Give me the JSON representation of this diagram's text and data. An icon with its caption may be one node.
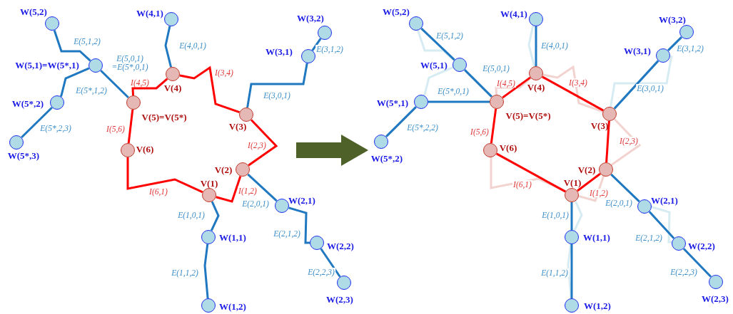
{
  "diagram": {
    "nodes": [
      {
        "text": [
          "W(5,2)"
        ]
      },
      {
        "text": [
          "W(4,1)"
        ]
      },
      {
        "text": [
          "W(3,2)"
        ]
      },
      {
        "text": [
          "W(3,1)"
        ]
      },
      {
        "text": [
          "W(5,1)=W(5*,1)"
        ]
      },
      {
        "text": [
          "V(4)"
        ]
      },
      {
        "text": [
          "V(5)=V(5*)"
        ]
      },
      {
        "text": [
          "W(5*,2)"
        ]
      },
      {
        "text": [
          "V(3)"
        ]
      },
      {
        "text": [
          "W(5*,3)"
        ]
      },
      {
        "text": [
          "V(6)"
        ]
      },
      {
        "text": [
          "V(2)"
        ]
      },
      {
        "text": [
          "V(1)"
        ]
      },
      {
        "text": [
          "W(2,1)"
        ]
      },
      {
        "text": [
          "W(1,1)"
        ]
      },
      {
        "text": [
          "W(2,2)"
        ]
      },
      {
        "text": [
          "W(1,2)"
        ]
      },
      {
        "text": [
          "W(2,3)"
        ]
      },
      {
        "text": [
          "W(5,2)"
        ]
      },
      {
        "text": [
          "W(4,1)"
        ]
      },
      {
        "text": [
          "W(3,2)"
        ]
      },
      {
        "text": [
          "W(5,1)"
        ]
      },
      {
        "text": [
          "W(3,1)"
        ]
      },
      {
        "text": [
          "V(4)"
        ]
      },
      {
        "text": [
          "W(5*,1)"
        ]
      },
      {
        "text": [
          "V(5)=V(5*)"
        ]
      },
      {
        "text": [
          "V(3)"
        ]
      },
      {
        "text": [
          "W(5*,2)"
        ]
      },
      {
        "text": [
          "V(6)"
        ]
      },
      {
        "text": [
          "V(2)"
        ]
      },
      {
        "text": [
          "V(1)"
        ]
      },
      {
        "text": [
          "W(2,1)"
        ]
      },
      {
        "text": [
          "W(1,1)"
        ]
      },
      {
        "text": [
          "W(2,2)"
        ]
      },
      {
        "text": [
          "W(1,2)"
        ]
      },
      {
        "text": [
          "W(2,3)"
        ]
      }
    ],
    "edges": [
      {
        "from": 0,
        "to": 4,
        "arrow": "none",
        "label": "E(5,1,2)"
      },
      {
        "from": 4,
        "to": 7,
        "arrow": "none",
        "label": "E(5*,1,2)"
      },
      {
        "from": 7,
        "to": 9,
        "arrow": "none",
        "label": "E(5*,2,3)"
      },
      {
        "from": 4,
        "to": 6,
        "arrow": "none",
        "label": "E(5,0,1) =E(5*,0,1)"
      },
      {
        "from": 1,
        "to": 5,
        "arrow": "none",
        "label": "E(4,0,1)"
      },
      {
        "from": 6,
        "to": 5,
        "arrow": "none",
        "label": "I(4,5)",
        "color": "#ff0000"
      },
      {
        "from": 5,
        "to": 8,
        "arrow": "none",
        "label": "I(3,4)",
        "color": "#ff0000"
      },
      {
        "from": 8,
        "to": 3,
        "arrow": "none",
        "label": "E(3,0,1)"
      },
      {
        "from": 3,
        "to": 2,
        "arrow": "none",
        "label": "E(3,1,2)"
      },
      {
        "from": 8,
        "to": 11,
        "arrow": "none",
        "label": "I(2,3)",
        "color": "#ff0000"
      },
      {
        "from": 11,
        "to": 12,
        "arrow": "none",
        "label": "I(1,2)",
        "color": "#ff0000"
      },
      {
        "from": 12,
        "to": 10,
        "arrow": "none",
        "label": "I(6,1)",
        "color": "#ff0000"
      },
      {
        "from": 10,
        "to": 6,
        "arrow": "none",
        "label": "I(5,6)",
        "color": "#ff0000"
      },
      {
        "from": 12,
        "to": 14,
        "arrow": "none",
        "label": "E(1,0,1)"
      },
      {
        "from": 14,
        "to": 16,
        "arrow": "none",
        "label": "E(1,1,2)"
      },
      {
        "from": 11,
        "to": 13,
        "arrow": "none",
        "label": "E(2,0,1)"
      },
      {
        "from": 13,
        "to": 15,
        "arrow": "none",
        "label": "E(2,1,2)"
      },
      {
        "from": 15,
        "to": 17,
        "arrow": "none",
        "label": "E(2,2,3)"
      },
      {
        "from": 18,
        "to": 21,
        "arrow": "none",
        "label": "E(5,1,2)"
      },
      {
        "from": 21,
        "to": 25,
        "arrow": "none",
        "label": "E(5,0,1)"
      },
      {
        "from": 24,
        "to": 25,
        "arrow": "none",
        "label": "E(5*,0,1)"
      },
      {
        "from": 24,
        "to": 27,
        "arrow": "none",
        "label": "E(5*,2,2)"
      },
      {
        "from": 19,
        "to": 23,
        "arrow": "none",
        "label": "E(4,0,1)"
      },
      {
        "from": 25,
        "to": 23,
        "arrow": "none",
        "label": "I(4,5)",
        "color": "#ff0000"
      },
      {
        "from": 23,
        "to": 26,
        "arrow": "none",
        "label": "I(3,4)",
        "color": "#ff0000"
      },
      {
        "from": 26,
        "to": 22,
        "arrow": "none",
        "label": "E(3,0,1)"
      },
      {
        "from": 22,
        "to": 20,
        "arrow": "none",
        "label": "E(3,1,2)"
      },
      {
        "from": 26,
        "to": 29,
        "arrow": "none",
        "label": "I(2,3)",
        "color": "#ff0000"
      },
      {
        "from": 29,
        "to": 30,
        "arrow": "none",
        "label": "I(1,2)",
        "color": "#ff0000"
      },
      {
        "from": 30,
        "to": 28,
        "arrow": "none",
        "label": "I(6,1)",
        "color": "#ff0000"
      },
      {
        "from": 28,
        "to": 25,
        "arrow": "none",
        "label": "I(5,6)",
        "color": "#ff0000"
      },
      {
        "from": 30,
        "to": 32,
        "arrow": "none",
        "label": "E(1,0,1)"
      },
      {
        "from": 32,
        "to": 34,
        "arrow": "none",
        "label": "E(1,1,2)"
      },
      {
        "from": 29,
        "to": 31,
        "arrow": "none",
        "label": "E(2,0,1)"
      },
      {
        "from": 31,
        "to": 33,
        "arrow": "none",
        "label": "E(2,1,2)"
      },
      {
        "from": 33,
        "to": 35,
        "arrow": "none",
        "label": "E(2,2,3)"
      }
    ]
  }
}
